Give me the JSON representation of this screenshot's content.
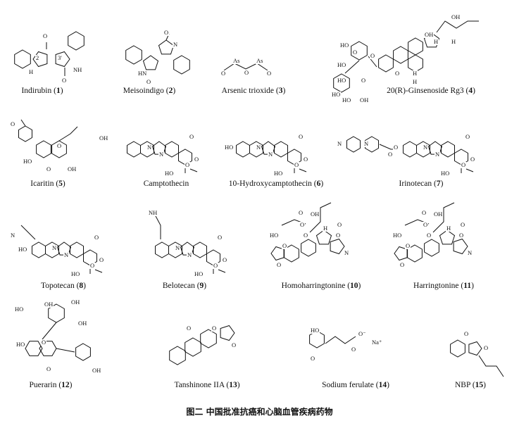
{
  "caption": "图二 中国批准抗癌和心脑血管疾病药物",
  "molecules": [
    {
      "name": "Indirubin",
      "number": "1",
      "atoms": [
        "O",
        "2",
        "3'",
        "NH",
        "H",
        "O"
      ]
    },
    {
      "name": "Meisoindigo",
      "number": "2",
      "atoms": [
        "O",
        "N",
        "HN",
        "O"
      ]
    },
    {
      "name": "Arsenic trioxide",
      "number": "3",
      "atoms": [
        "As",
        "O",
        "As",
        "O",
        "O"
      ]
    },
    {
      "name": "20(R)-Ginsenoside Rg3",
      "number": "4",
      "atoms": [
        "OH",
        "OH",
        "H",
        "H",
        "HO",
        "HO",
        "HO",
        "O",
        "O",
        "O",
        "HO",
        "HO",
        "OH",
        "O",
        "H",
        "H"
      ]
    },
    {
      "name": "Icaritin",
      "number": "5",
      "atoms": [
        "O",
        "OH",
        "HO",
        "O",
        "OH",
        "O"
      ]
    },
    {
      "name": "Camptothecin",
      "number": "",
      "atoms": [
        "N",
        "N",
        "O",
        "O",
        "O",
        "HO"
      ]
    },
    {
      "name": "10-Hydroxycamptothecin",
      "number": "6",
      "atoms": [
        "HO",
        "N",
        "N",
        "O",
        "O",
        "O",
        "HO"
      ]
    },
    {
      "name": "Irinotecan",
      "number": "7",
      "atoms": [
        "N",
        "N",
        "O",
        "O",
        "N",
        "N",
        "O",
        "O",
        "O",
        "HO"
      ]
    },
    {
      "name": "Topotecan",
      "number": "8",
      "atoms": [
        "N",
        "HO",
        "N",
        "N",
        "O",
        "O",
        "O",
        "HO"
      ]
    },
    {
      "name": "Belotecan",
      "number": "9",
      "atoms": [
        "NH",
        "N",
        "N",
        "O",
        "O",
        "O",
        "HO"
      ]
    },
    {
      "name": "Homoharringtonine",
      "number": "10",
      "atoms": [
        "O",
        "O",
        "HO",
        "OH",
        "O",
        "O",
        "H",
        "O",
        "O",
        "O",
        "N"
      ]
    },
    {
      "name": "Harringtonine",
      "number": "11",
      "atoms": [
        "O",
        "O",
        "HO",
        "OH",
        "O",
        "O",
        "H",
        "O",
        "O",
        "O",
        "N"
      ]
    },
    {
      "name": "Puerarin",
      "number": "12",
      "atoms": [
        "HO",
        "OH",
        "OH",
        "OH",
        "HO",
        "O",
        "O",
        "OH"
      ]
    },
    {
      "name": "Tanshinone IIA",
      "number": "13",
      "atoms": [
        "O",
        "O",
        "O"
      ]
    },
    {
      "name": "Sodium ferulate",
      "number": "14",
      "atoms": [
        "HO",
        "O",
        "O",
        "O⁻",
        "Na⁺"
      ]
    },
    {
      "name": "NBP",
      "number": "15",
      "atoms": [
        "O",
        "O"
      ]
    }
  ]
}
